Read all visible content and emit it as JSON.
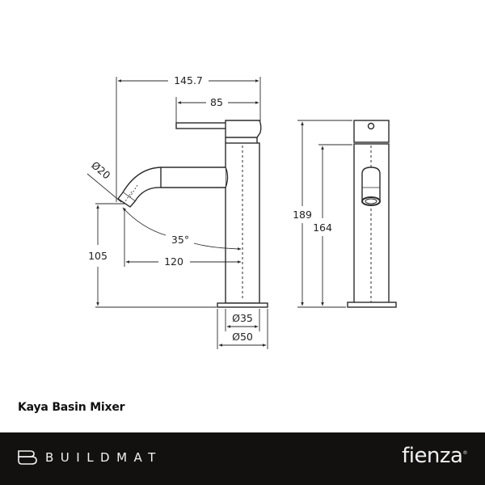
{
  "drawing": {
    "side_view": {
      "dimensions": {
        "overall_reach": "145.7",
        "lever_length": "85",
        "spout_diameter": "Ø20",
        "spout_angle": "35°",
        "spout_reach": "120",
        "spout_height": "105",
        "body_diameter": "Ø35",
        "base_diameter": "Ø50"
      }
    },
    "front_view": {
      "dimensions": {
        "overall_height": "189",
        "body_height": "164"
      }
    },
    "line_color": "#2b2b2b"
  },
  "product": {
    "title": "Kaya Basin Mixer"
  },
  "footer": {
    "background": "#131110",
    "brand_left": "BUILDMAT",
    "brand_left_icon": "buildmat-b-logo-icon",
    "brand_right": "fienza",
    "brand_right_mark": "®"
  }
}
